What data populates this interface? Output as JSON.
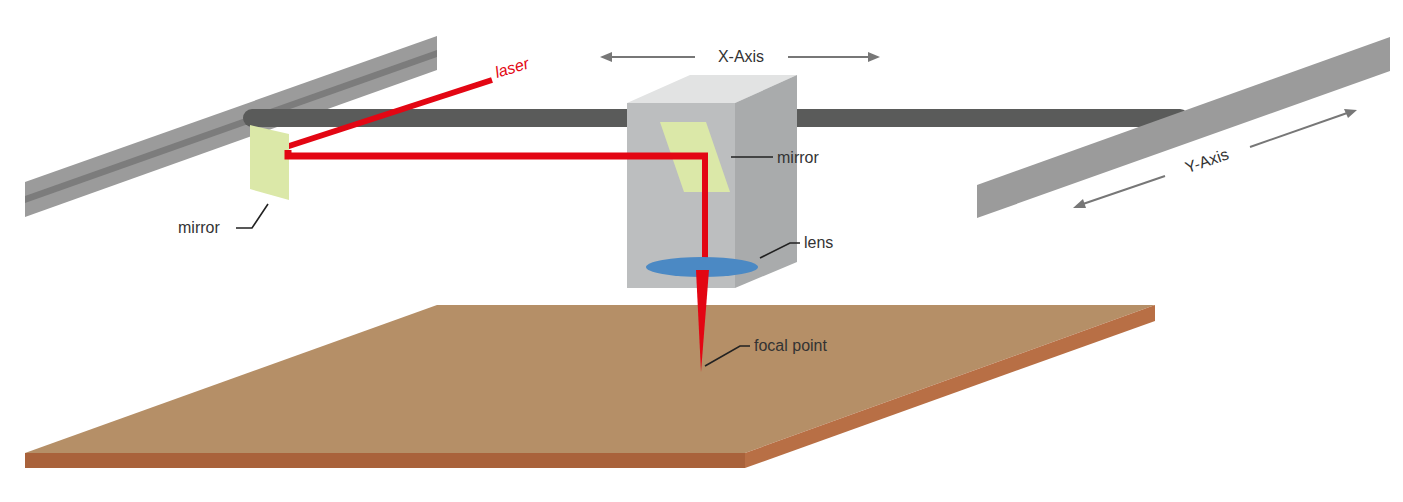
{
  "diagram": {
    "labels": [
      "laser",
      "X-Axis",
      "Y-Axis",
      "mirror",
      "lens",
      "mirror",
      "focal point"
    ]
  }
}
